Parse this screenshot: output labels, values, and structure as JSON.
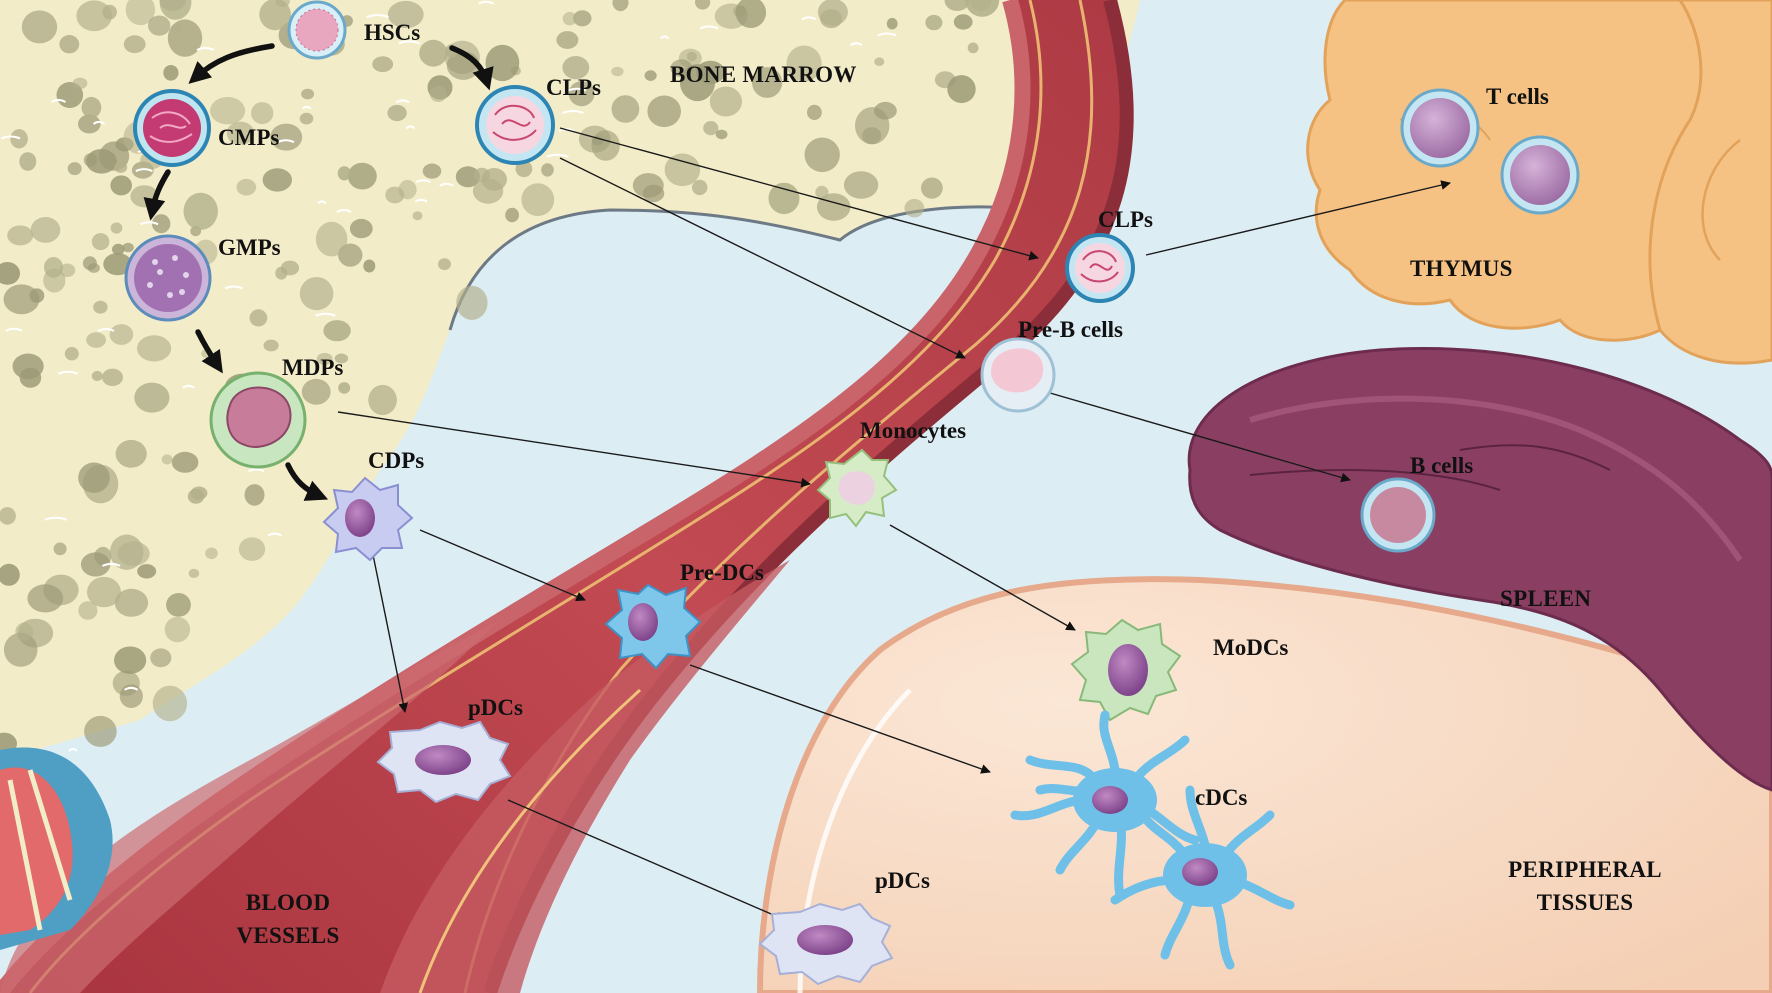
{
  "regions": {
    "bone_marrow": "BONE MARROW",
    "thymus": "THYMUS",
    "spleen": "SPLEEN",
    "blood_vessels": [
      "BLOOD",
      "VESSELS"
    ],
    "peripheral_tissues": [
      "PERIPHERAL",
      "TISSUES"
    ]
  },
  "cells": {
    "hscs": "HSCs",
    "cmps": "CMPs",
    "gmps": "GMPs",
    "mdps": "MDPs",
    "cdps": "CDPs",
    "clps_marrow": "CLPs",
    "clps_blood": "CLPs",
    "pre_b_cells": "Pre-B cells",
    "monocytes": "Monocytes",
    "pre_dcs": "Pre-DCs",
    "pdcs_blood": "pDCs",
    "t_cells": "T cells",
    "b_cells": "B cells",
    "modcs": "MoDCs",
    "cdcs": "cDCs",
    "pdcs_tissue": "pDCs"
  },
  "colors": {
    "marrow": "#f3ecc8",
    "vessel": "#b9404a",
    "thymus": "#f6c283",
    "spleen": "#8a3f62",
    "tissue": "#f9dcc5",
    "background": "#dceef4"
  }
}
